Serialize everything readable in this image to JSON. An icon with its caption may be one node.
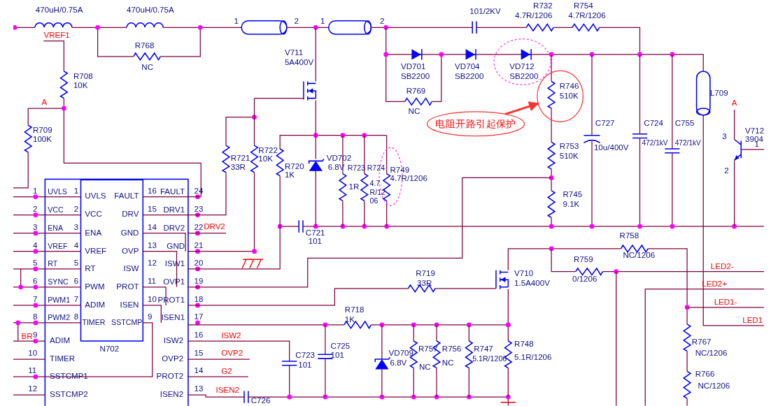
{
  "diagram": {
    "nodes": [
      {
        "text": [
          "VD712",
          "SB2200"
        ]
      },
      {
        "text": [
          "R746",
          "510K"
        ]
      },
      {
        "text": [
          "电阻开路引起保护"
        ]
      },
      {
        "text": [
          "R749",
          "4.7R/1206"
        ]
      }
    ],
    "edges": [
      {
        "from": 2,
        "to": 1,
        "arrow": "to"
      }
    ],
    "labels": [
      "470uH/0.75A",
      "470uH/0.75A",
      "1",
      "2",
      "1",
      "2",
      "101/2KV",
      "R732",
      "4.7R/1206",
      "R754",
      "4.7R/1206",
      "VREF1",
      "R768",
      "NC",
      "V711",
      "5A400V",
      "VD701",
      "VD704",
      "R708",
      "SB2200",
      "SB2200",
      "10K",
      "R769",
      "NC",
      "L709",
      "A",
      "A",
      "C727",
      "C724",
      "C755",
      "R709",
      "V712",
      "100K",
      "3",
      "3904",
      "R753",
      "10u/400V",
      "472/1kV",
      "472/1kV",
      "1",
      "R721",
      "R722",
      "10K",
      "VD702",
      "510K",
      "33R",
      "R720",
      "6.8V",
      "R723",
      "R724",
      "2",
      "1K",
      "1R",
      "4.7R/1206",
      "R745",
      "9.1K",
      "C721",
      "101",
      "1",
      "UVLS",
      "1",
      "UVLS",
      "FAULT",
      "16",
      "FAULT",
      "24",
      "2",
      "VCC",
      "2",
      "VCC",
      "DRV",
      "15",
      "DRV1",
      "23",
      "3",
      "ENA",
      "3",
      "ENA",
      "GND",
      "14",
      "DRV2",
      "22",
      "DRV2",
      "4",
      "VREF",
      "4",
      "VREF",
      "OVP",
      "13",
      "GND",
      "21",
      "5",
      "RT",
      "5",
      "RT",
      "ISW",
      "12",
      "ISW1",
      "20",
      "6",
      "SYNC",
      "6",
      "PWM",
      "PROT",
      "11",
      "OVP1",
      "19",
      "7",
      "PWM1",
      "7",
      "ADIM",
      "ISEN",
      "10",
      "PROT1",
      "18",
      "8",
      "PWM2",
      "8",
      "TIMER",
      "SSTCMP",
      "9",
      "ISEN1",
      "17",
      "BR",
      "9",
      "ADIM",
      "ISW2",
      "16",
      "ISW2",
      "N702",
      "10",
      "TIMER",
      "OVP2",
      "15",
      "OVP2",
      "11",
      "SSTCMP1",
      "PROT2",
      "14",
      "G2",
      "12",
      "SSTCMP2",
      "ISEN2",
      "13",
      "ISEN2",
      "R758",
      "NC/1206",
      "R759",
      "0/1206",
      "LED2-",
      "V710",
      "1.5A400V",
      "R719",
      "33R",
      "LED2+",
      "LED1-",
      "R718",
      "1K",
      "LED1",
      "C725",
      "R757",
      "R756",
      "R747",
      "R748",
      "R767",
      "C723",
      "101",
      "VD709",
      "5.1R/1206",
      "5.1R/1206",
      "NC/1206",
      "101",
      "6.8V",
      "NC",
      "NC",
      "R766",
      "NC/1206",
      "C726"
    ]
  }
}
